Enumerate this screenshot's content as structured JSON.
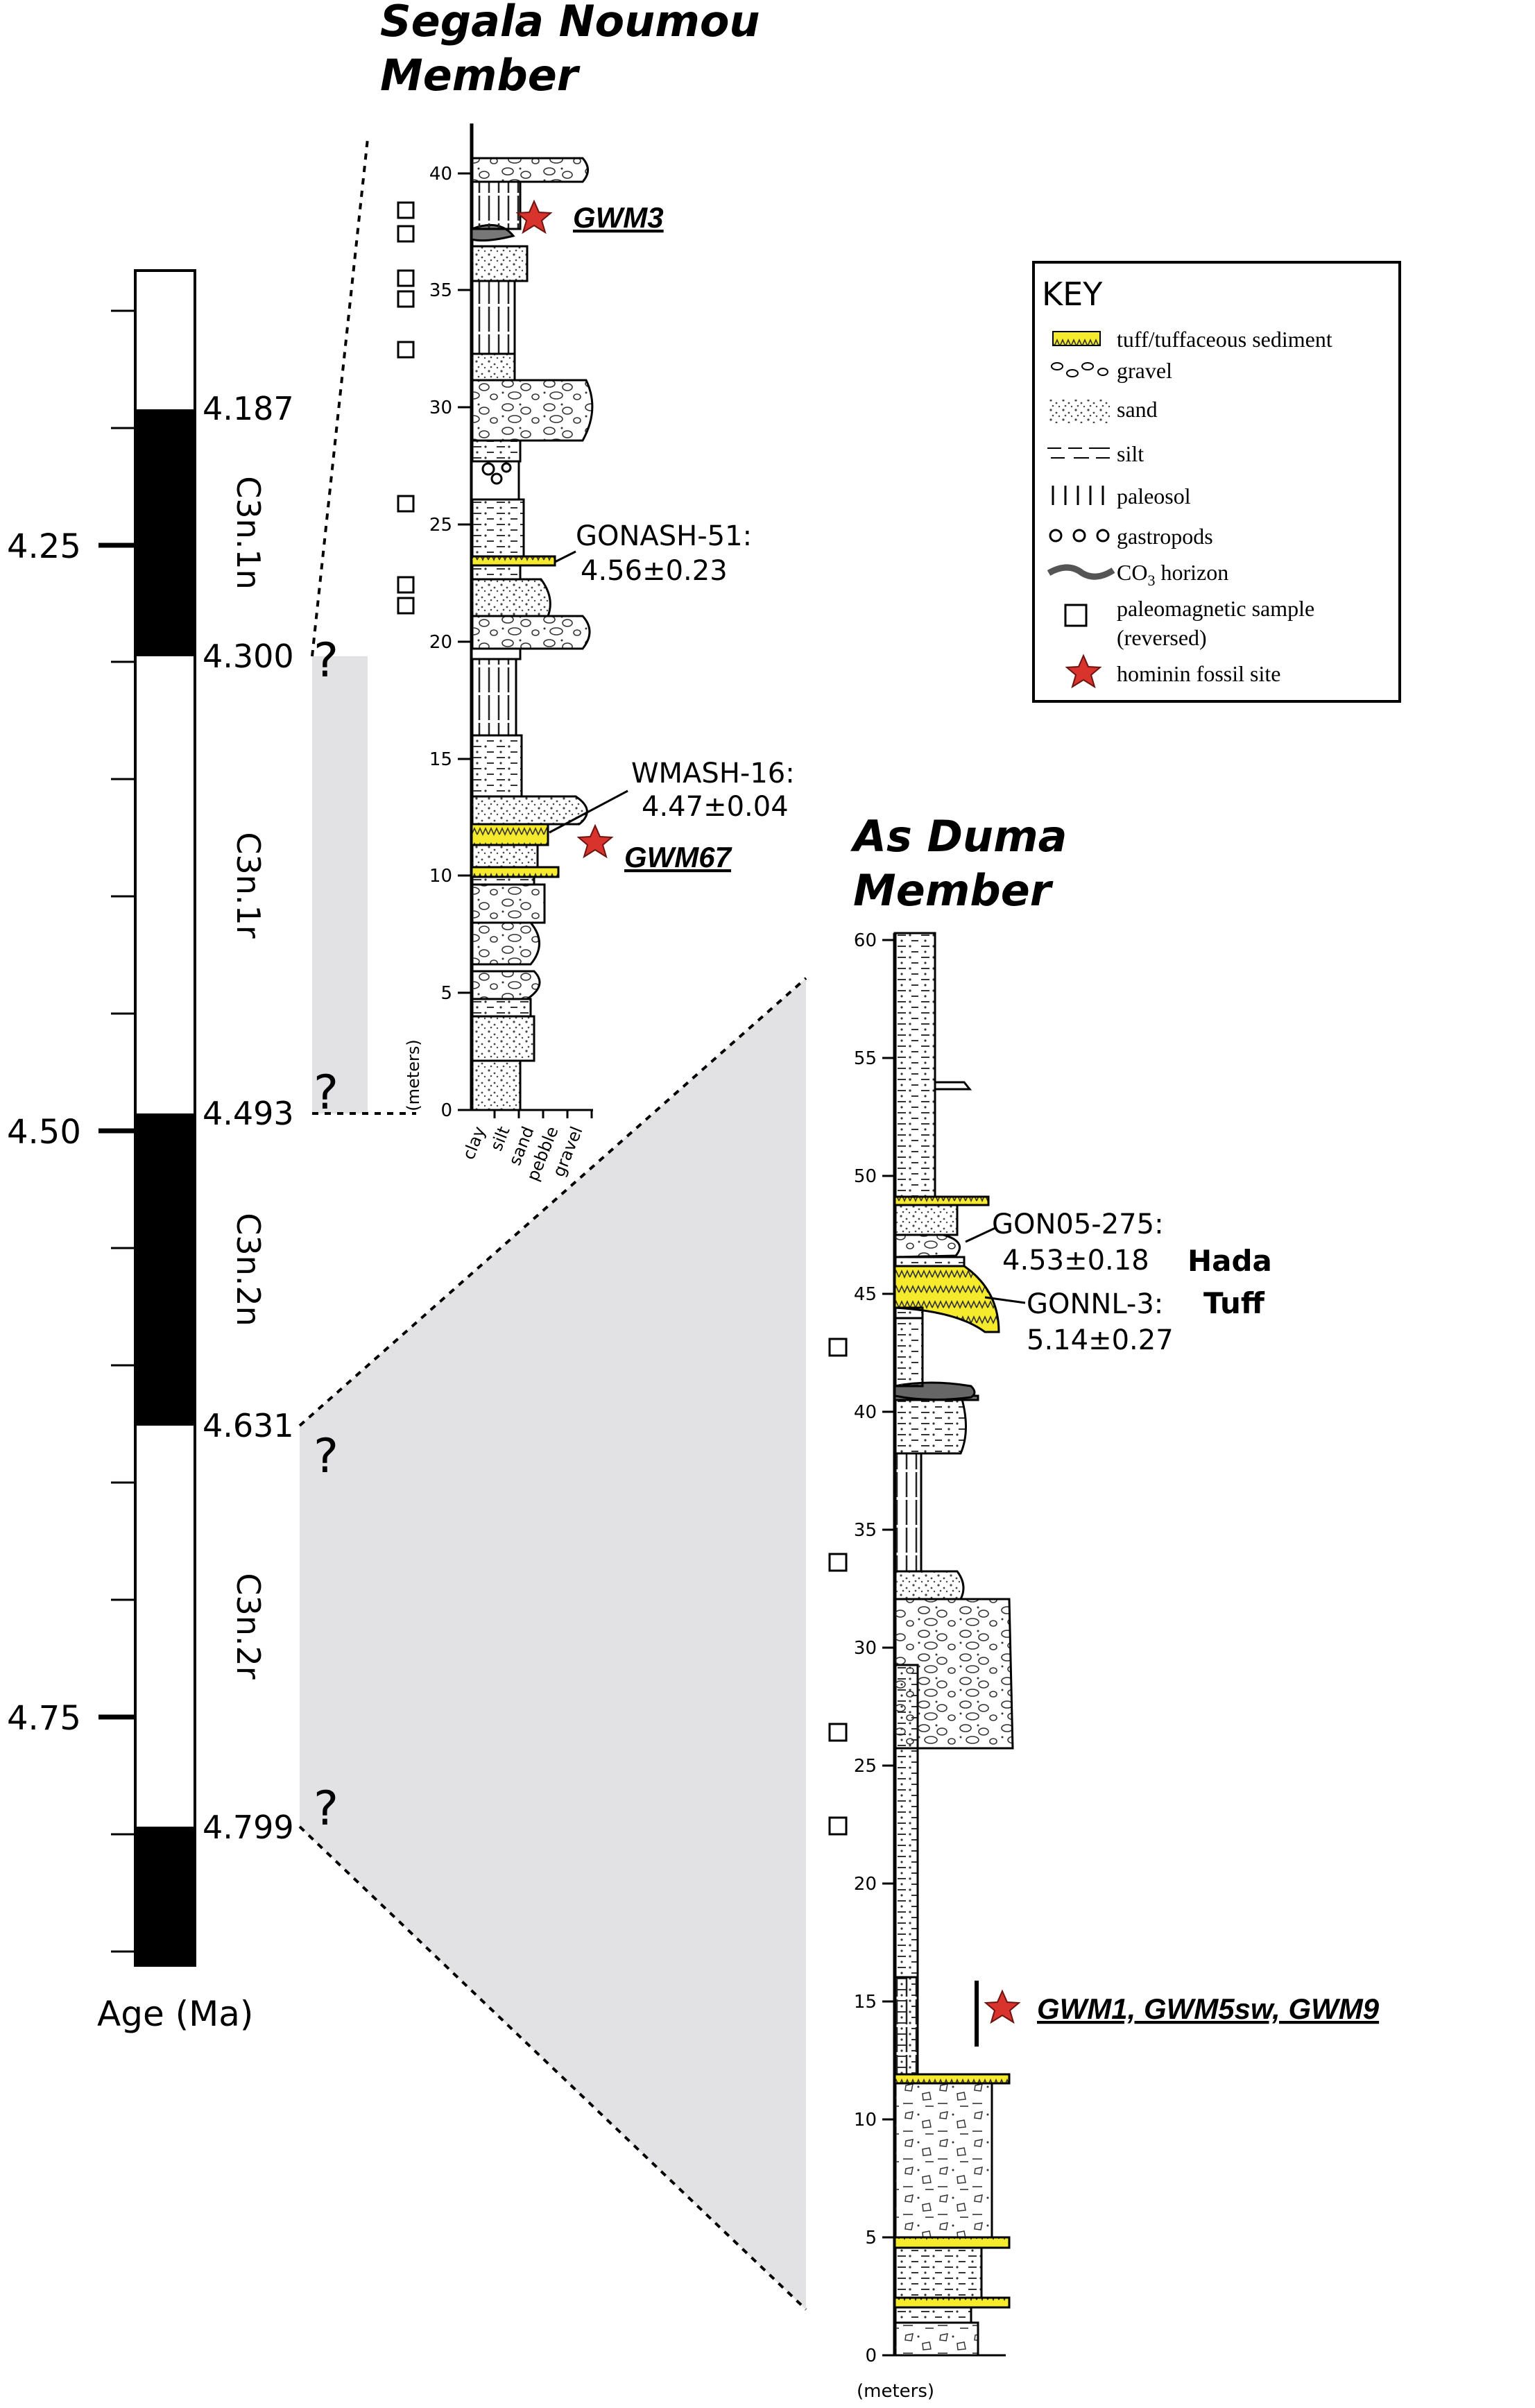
{
  "titles": {
    "segala_line1": "Segala Noumou",
    "segala_line2": "Member",
    "asduma_line1": "As Duma",
    "asduma_line2": "Member"
  },
  "age_scale": {
    "label": "Age (Ma)",
    "major_ticks": [
      "4.25",
      "4.50",
      "4.75"
    ],
    "boundaries": [
      "4.187",
      "4.300",
      "4.493",
      "4.631",
      "4.799"
    ],
    "chrons": [
      "C3n.1n",
      "C3n.1r",
      "C3n.2n",
      "C3n.2r"
    ],
    "question": "?"
  },
  "segala_axis": {
    "unit": "(meters)",
    "ticks": [
      "0",
      "5",
      "10",
      "15",
      "20",
      "25",
      "30",
      "35",
      "40"
    ],
    "grain": [
      "clay",
      "silt",
      "sand",
      "pebble",
      "gravel"
    ]
  },
  "asduma_axis": {
    "unit": "(meters)",
    "ticks": [
      "0",
      "5",
      "10",
      "15",
      "20",
      "25",
      "30",
      "35",
      "40",
      "45",
      "50",
      "55",
      "60"
    ]
  },
  "samples": [
    {
      "name": "GONASH-51:",
      "age": "4.56±0.23"
    },
    {
      "name": "WMASH-16:",
      "age": "4.47±0.04"
    },
    {
      "name": "GON05-275:",
      "age": "4.53±0.18"
    },
    {
      "name": "GONNL-3:",
      "age": "5.14±0.27"
    }
  ],
  "hada": {
    "line1": "Hada",
    "line2": "Tuff"
  },
  "fossil_sites": {
    "gwm3": "GWM3",
    "gwm67": "GWM67",
    "lower": "GWM1, GWM5sw, GWM9"
  },
  "key": {
    "title": "KEY",
    "items": [
      "tuff/tuffaceous sediment",
      "gravel",
      "sand",
      "silt",
      "paleosol",
      "gastropods",
      "CO",
      "3",
      " horizon",
      "paleomagnetic sample",
      "(reversed)",
      "hominin fossil site"
    ]
  },
  "colors": {
    "tuff": "#f5ea2c",
    "star": "#d8332c",
    "shade": "#e2e2e4"
  }
}
